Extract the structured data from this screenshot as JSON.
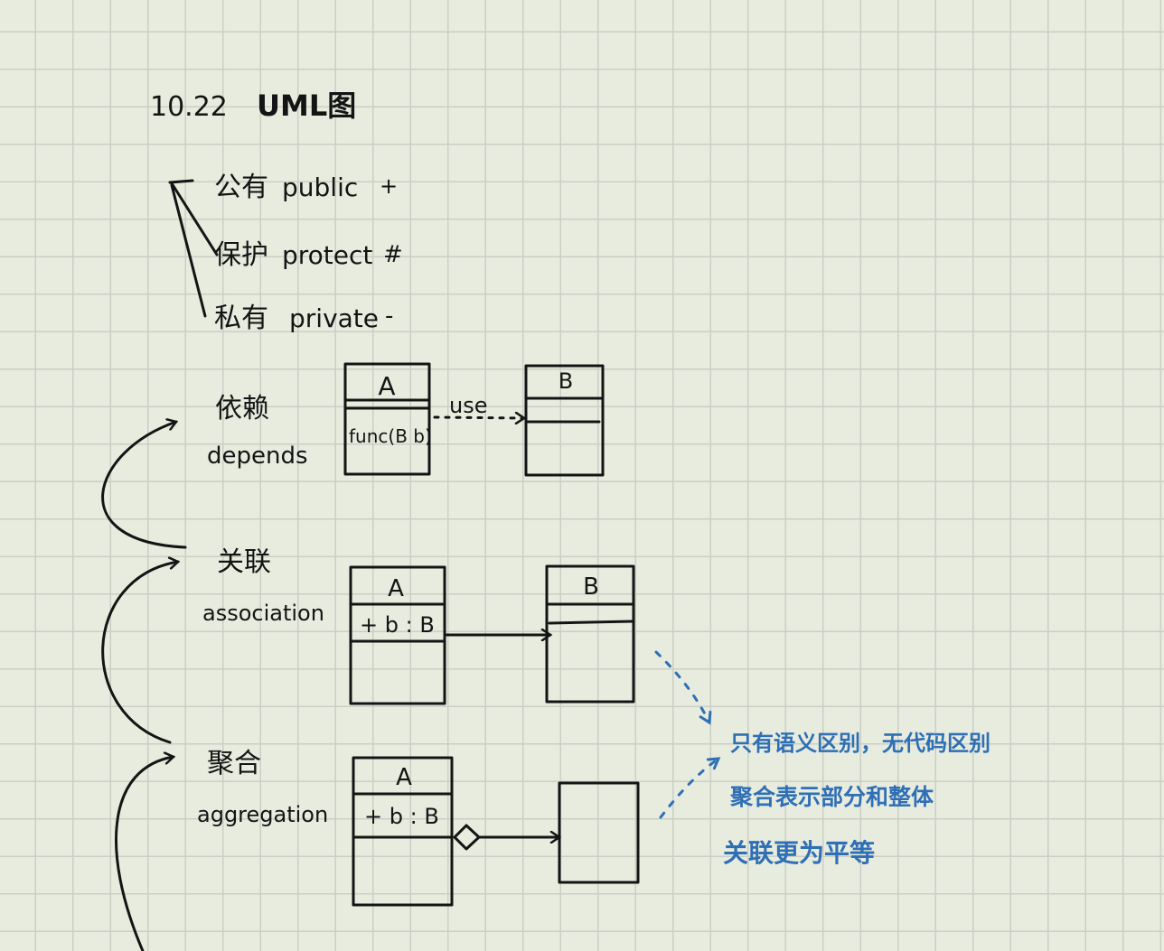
{
  "title": {
    "date": "10.22",
    "subject": "UML图"
  },
  "visibility": [
    {
      "cn": "公有",
      "en": "public",
      "symbol": "+"
    },
    {
      "cn": "保护",
      "en": "protect",
      "symbol": "#"
    },
    {
      "cn": "私有",
      "en": "private",
      "symbol": "-"
    }
  ],
  "relations": {
    "depends": {
      "cn": "依赖",
      "en": "depends",
      "class_a": {
        "name": "A",
        "member": "func(B b)"
      },
      "class_b": {
        "name": "B"
      },
      "edge_label": "use"
    },
    "association": {
      "cn": "关联",
      "en": "association",
      "class_a": {
        "name": "A",
        "member": "+ b : B"
      },
      "class_b": {
        "name": "B"
      }
    },
    "aggregation": {
      "cn": "聚合",
      "en": "aggregation",
      "class_a": {
        "name": "A",
        "member": "+ b : B"
      },
      "class_b": {
        "name": ""
      }
    }
  },
  "annotation": {
    "color": "#2f6fb5",
    "lines": [
      "只有语义区别，无代码区别",
      "聚合表示部分和整体",
      "关联更为平等"
    ]
  }
}
